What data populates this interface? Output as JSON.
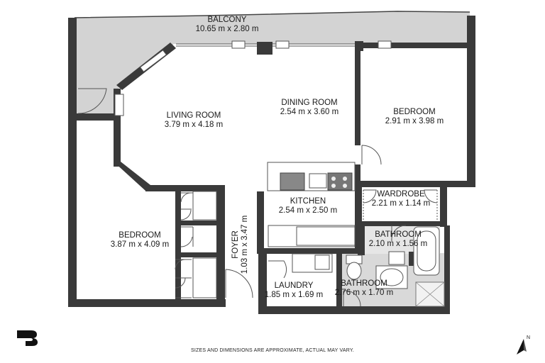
{
  "rooms": {
    "balcony": {
      "name": "BALCONY",
      "dims": "10.65 m x 2.80 m"
    },
    "living": {
      "name": "LIVING ROOM",
      "dims": "3.79 m x 4.18 m"
    },
    "dining": {
      "name": "DINING ROOM",
      "dims": "2.54 m x 3.60 m"
    },
    "bedroom1": {
      "name": "BEDROOM",
      "dims": "2.91 m x 3.98 m"
    },
    "wardrobe": {
      "name": "WARDROBE",
      "dims": "2.21 m x 1.14 m"
    },
    "kitchen": {
      "name": "KITCHEN",
      "dims": "2.54 m x 2.50 m"
    },
    "bathroom1": {
      "name": "BATHROOM",
      "dims": "2.10 m x 1.56 m"
    },
    "bedroom2": {
      "name": "BEDROOM",
      "dims": "3.87 m x 4.09 m"
    },
    "foyer": {
      "name": "FOYER",
      "dims": "1.03 m x 3.47 m"
    },
    "laundry": {
      "name": "LAUNDRY",
      "dims": "1.85 m x 1.69 m"
    },
    "bathroom2": {
      "name": "BATHROOM",
      "dims": "2.76 m x 1.70 m"
    }
  },
  "disclaimer": "SIZES AND DIMENSIONS ARE APPROXIMATE, ACTUAL MAY VARY.",
  "compass_label": "N",
  "colors": {
    "wall": "#3a3a3a",
    "balcony": "#d3d3d3",
    "wet_area": "#d9d9d9",
    "background": "#ffffff"
  },
  "icons": {
    "logo": "brand-logo-icon",
    "compass": "north-arrow-icon"
  }
}
